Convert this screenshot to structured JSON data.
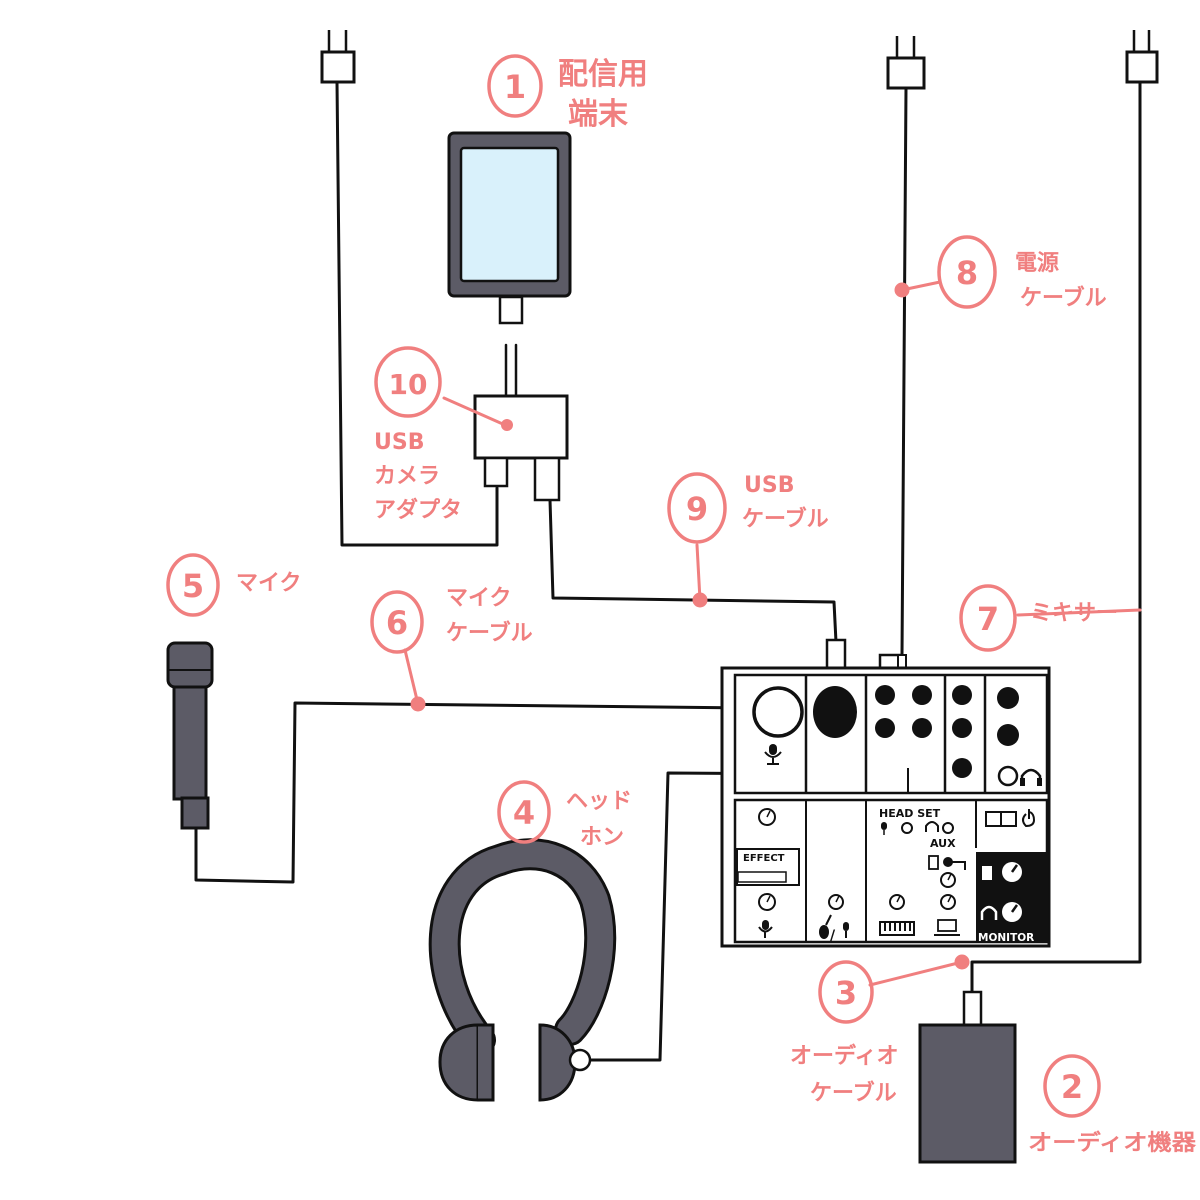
{
  "colors": {
    "accent": "#f07f7f",
    "line": "#111111",
    "device": "#5c5b66",
    "screen": "#d9f1fb",
    "background": "#ffffff"
  },
  "components": [
    {
      "id": "device",
      "number": "1",
      "label_lines": [
        "配信用",
        "端末"
      ]
    },
    {
      "id": "audio-device",
      "number": "2",
      "label_lines": [
        "オーディオ機器"
      ]
    },
    {
      "id": "audio-cable",
      "number": "3",
      "label_lines": [
        "オーディオ",
        "ケーブル"
      ]
    },
    {
      "id": "headphones",
      "number": "4",
      "label_lines": [
        "ヘッド",
        "ホン"
      ]
    },
    {
      "id": "mic",
      "number": "5",
      "label_lines": [
        "マイク"
      ]
    },
    {
      "id": "mic-cable",
      "number": "6",
      "label_lines": [
        "マイク",
        "ケーブル"
      ]
    },
    {
      "id": "mixer",
      "number": "7",
      "label_lines": [
        "ミキサー"
      ]
    },
    {
      "id": "power-cable",
      "number": "8",
      "label_lines": [
        "電源",
        "ケーブル"
      ]
    },
    {
      "id": "usb-cable",
      "number": "9",
      "label_lines": [
        "USB",
        "ケーブル"
      ]
    },
    {
      "id": "camera-adapter",
      "number": "10",
      "label_lines": [
        "USB",
        "カメラ",
        "アダプタ"
      ]
    }
  ],
  "mixer_panel": {
    "headset": "HEAD SET",
    "aux": "AUX",
    "effect": "EFFECT",
    "monitor": "MONITOR"
  },
  "icons": [
    "power-plug-icon",
    "microphone-icon",
    "headphone-icon",
    "power-icon",
    "guitar-icon",
    "keyboard-icon",
    "laptop-icon",
    "phone-icon"
  ]
}
